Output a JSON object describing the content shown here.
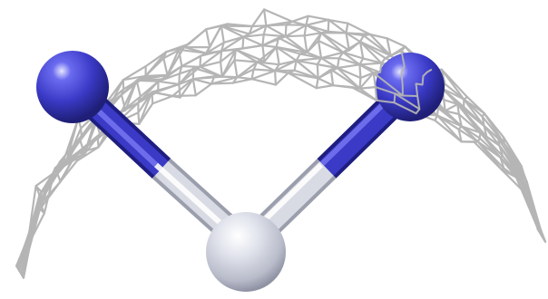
{
  "scene": {
    "background_color": "#ffffff",
    "mesh_color": "#b5b5b5",
    "atom_colors": {
      "nitrogen": "#3a3ac7",
      "hydrogen": "#c8cad6"
    },
    "bond_colors": {
      "nitrogen_half": "#3a3ac7",
      "hydrogen_half": "#d9dbe4"
    },
    "objects": [
      "electron-density-mesh",
      "left-nitrogen-atom",
      "right-nitrogen-atom",
      "central-hydrogen-atom",
      "left-bond",
      "right-bond"
    ]
  }
}
